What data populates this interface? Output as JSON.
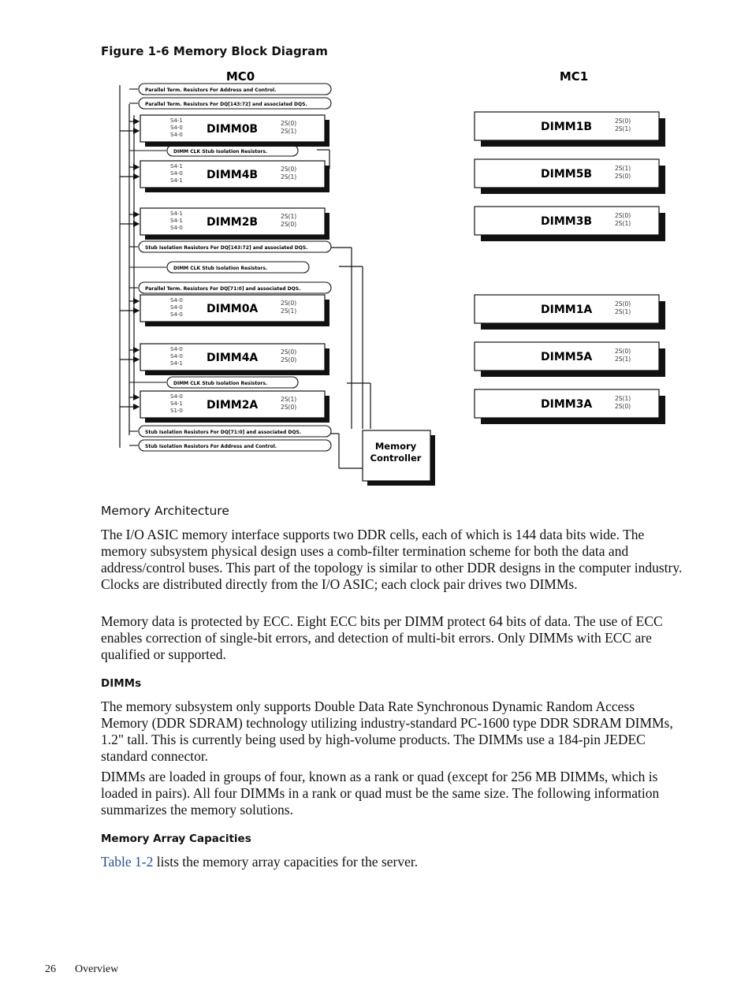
{
  "figure": {
    "caption": "Figure 1-6 Memory Block Diagram",
    "mc0_label": "MC0",
    "mc1_label": "MC1",
    "controller_line1": "Memory",
    "controller_line2": "Controller",
    "mc0_dimms": [
      {
        "name": "DIMM0B",
        "left": [
          "S4-1",
          "S4-0",
          "S4-0"
        ],
        "right": [
          "2S(0)",
          "2S(1)"
        ]
      },
      {
        "name": "DIMM4B",
        "left": [
          "S4-1",
          "S4-0",
          "S4-1"
        ],
        "right": [
          "2S(0)",
          "2S(1)"
        ]
      },
      {
        "name": "DIMM2B",
        "left": [
          "S4-1",
          "S4-1",
          "S4-0"
        ],
        "right": [
          "2S(1)",
          "2S(0)"
        ]
      },
      {
        "name": "DIMM0A",
        "left": [
          "S4-0",
          "S4-0",
          "S4-0"
        ],
        "right": [
          "2S(0)",
          "2S(1)"
        ]
      },
      {
        "name": "DIMM4A",
        "left": [
          "S4-0",
          "S4-0",
          "S4-1"
        ],
        "right": [
          "2S(0)",
          "2S(0)"
        ]
      },
      {
        "name": "DIMM2A",
        "left": [
          "S4-0",
          "S4-1",
          "S1-0"
        ],
        "right": [
          "2S(1)",
          "2S(0)"
        ]
      }
    ],
    "mc1_dimms": [
      {
        "name": "DIMM1B",
        "right": [
          "2S(0)",
          "2S(1)"
        ]
      },
      {
        "name": "DIMM5B",
        "right": [
          "2S(1)",
          "2S(0)"
        ]
      },
      {
        "name": "DIMM3B",
        "right": [
          "2S(0)",
          "2S(1)"
        ]
      },
      {
        "name": "DIMM1A",
        "right": [
          "2S(0)",
          "2S(1)"
        ]
      },
      {
        "name": "DIMM5A",
        "right": [
          "2S(0)",
          "2S(1)"
        ]
      },
      {
        "name": "DIMM3A",
        "right": [
          "2S(1)",
          "2S(0)"
        ]
      }
    ],
    "buses": [
      "Parallel Term. Resistors For Address and Control.",
      "Parallel Term. Resistors For DQ[143:72] and associated DQS.",
      "DIMM CLK Stub Isolation Resistors.",
      "Stub Isolation Resistors For DQ[143:72] and associated DQS.",
      "DIMM CLK Stub Isolation Resistors.",
      "Parallel Term. Resistors For DQ[71:0] and associated DQS.",
      "DIMM CLK Stub Isolation Resistors.",
      "Stub Isolation Resistors For DQ[71:0] and associated DQS.",
      "Stub Isolation Resistors For Address and Control."
    ]
  },
  "memory_architecture": {
    "heading": "Memory Architecture",
    "para1": "The I/O ASIC memory interface supports two DDR cells, each of which is 144 data bits wide. The memory subsystem physical design uses a comb-filter termination scheme for both the data and address/control buses. This part of the topology is similar to other DDR designs in the computer industry. Clocks are distributed directly from the I/O ASIC; each clock pair drives two DIMMs.",
    "para2": "Memory data is protected by ECC. Eight ECC bits per DIMM protect 64 bits of data. The use of ECC enables correction of single-bit errors, and detection of multi-bit errors. Only DIMMs with ECC are qualified or supported."
  },
  "dimms": {
    "heading": "DIMMs",
    "para1": "The memory subsystem only supports Double Data Rate Synchronous Dynamic Random Access Memory (DDR SDRAM) technology utilizing industry-standard PC-1600 type DDR SDRAM DIMMs, 1.2\" tall. This is currently being used by high-volume products. The DIMMs use a 184-pin JEDEC standard connector.",
    "para2": "DIMMs are loaded in groups of four, known as a rank or quad (except for 256 MB DIMMs, which is loaded in pairs). All four DIMMs in a rank or quad must be the same size. The following information summarizes the memory solutions."
  },
  "capacities": {
    "heading": "Memory Array Capacities",
    "link_text": "Table 1-2",
    "rest_text": " lists the memory array capacities for the server."
  },
  "footer": {
    "page_number": "26",
    "section": "Overview"
  }
}
